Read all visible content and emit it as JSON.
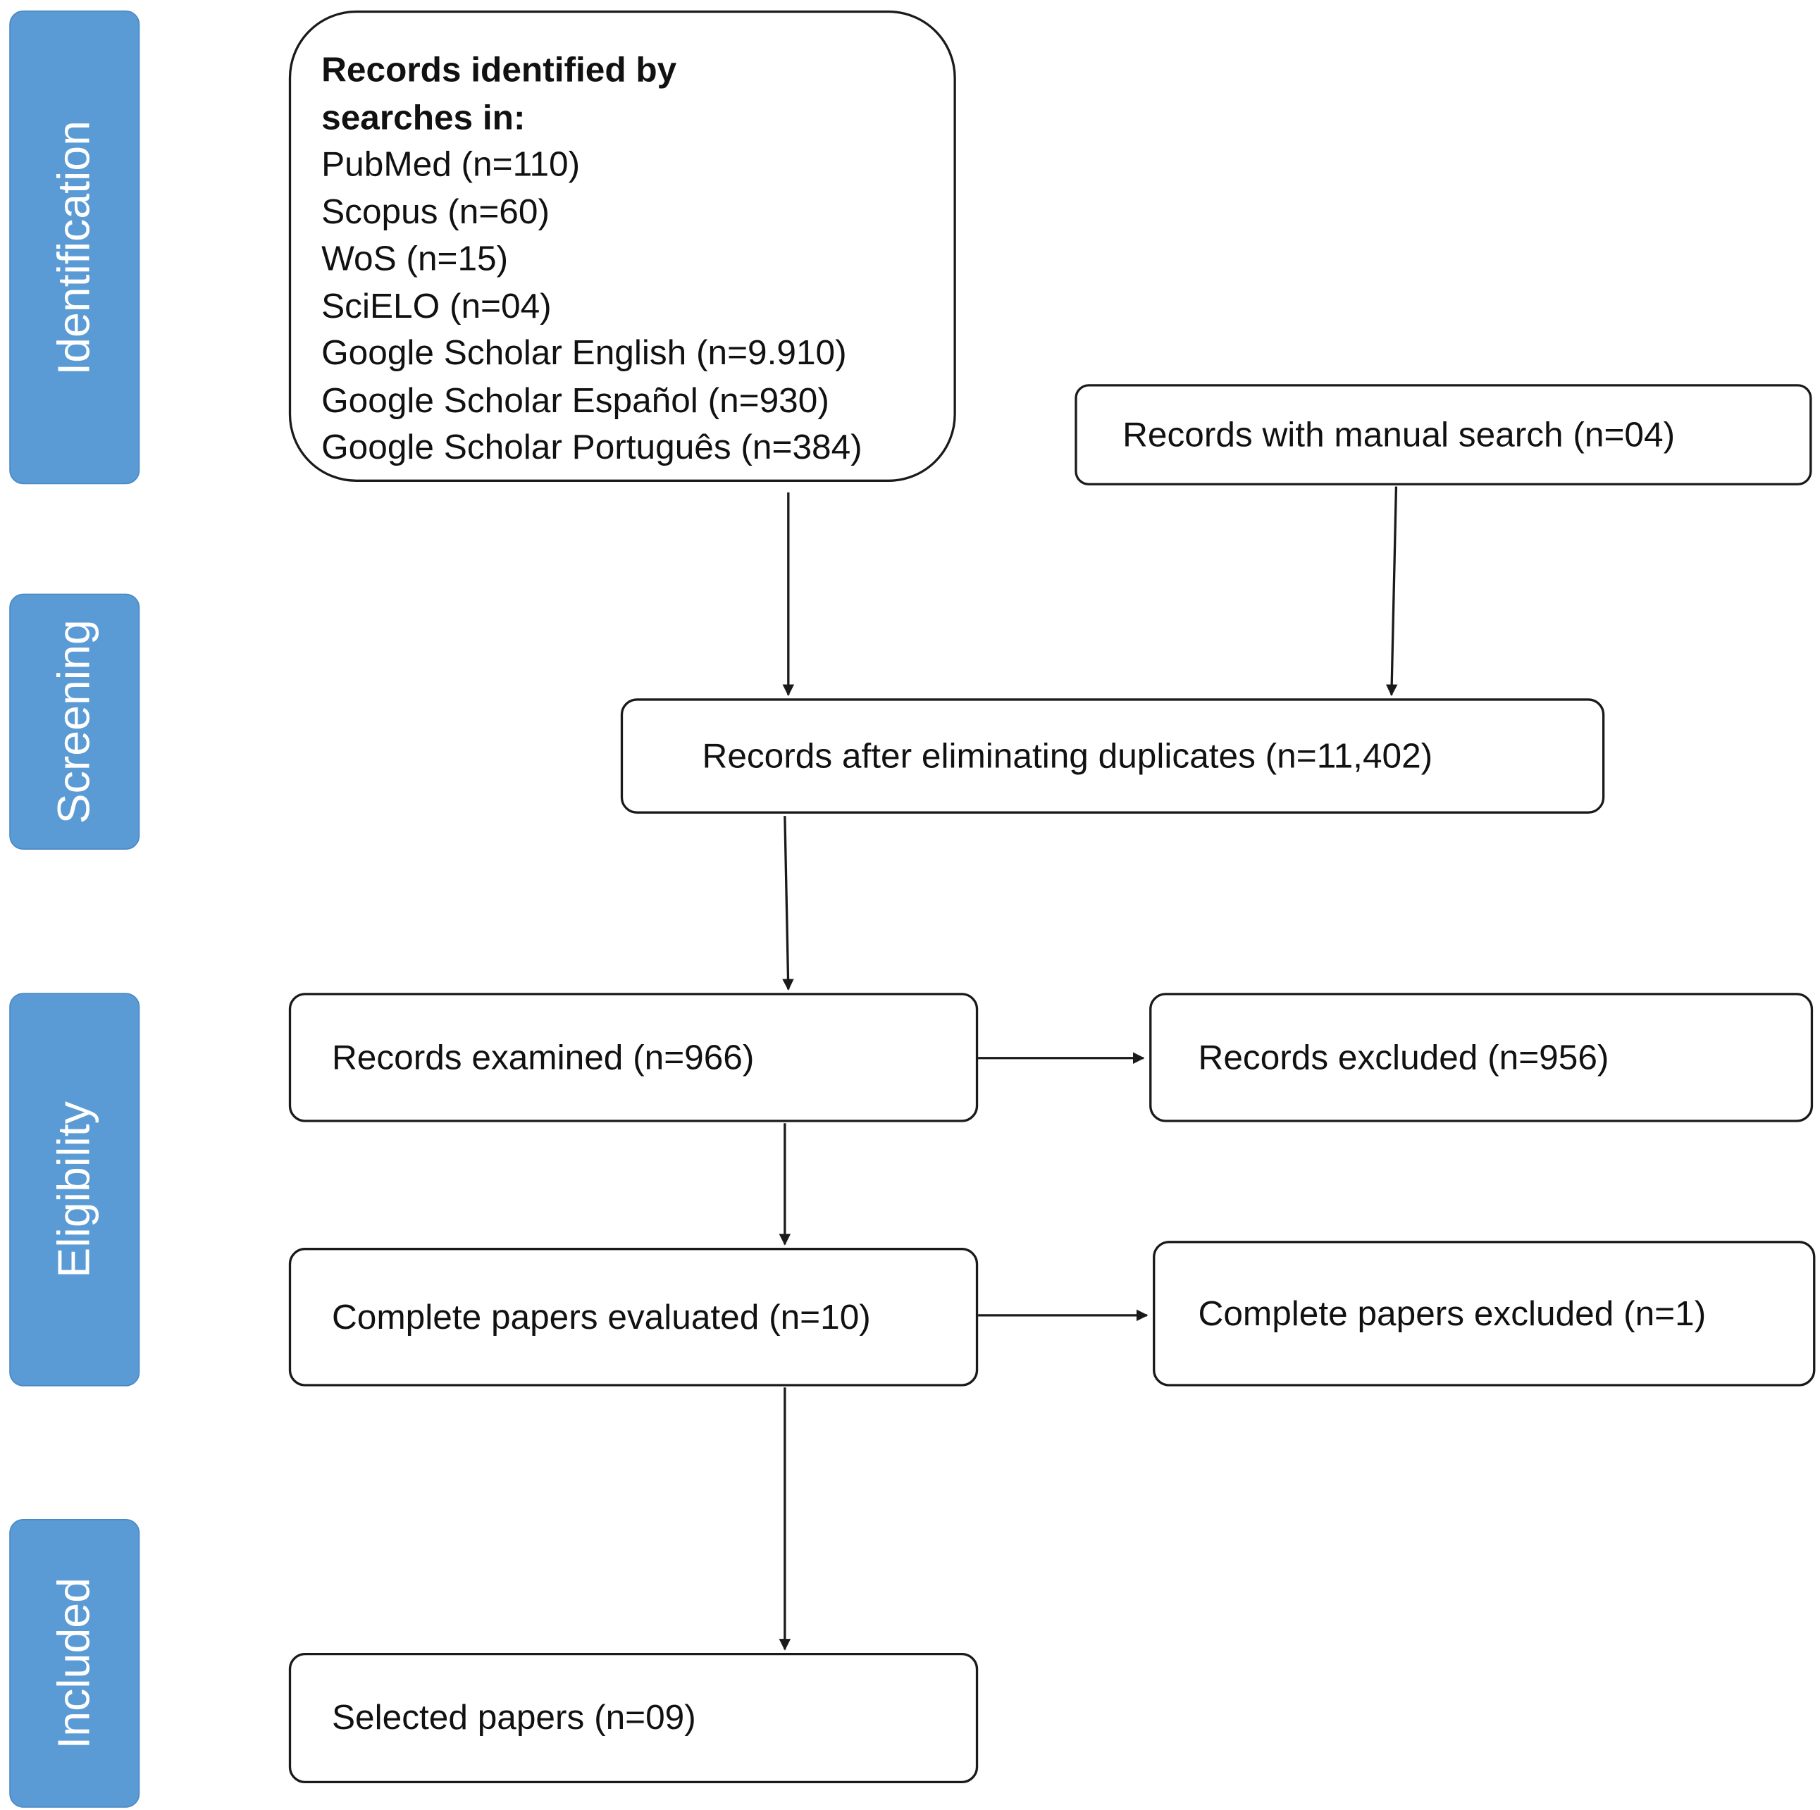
{
  "phases": {
    "identification": "Identification",
    "screening": "Screening",
    "eligibility": "Eligibility",
    "included": "Included"
  },
  "identification": {
    "heading_line1": "Records identified by",
    "heading_line2": "searches in:",
    "sources": [
      "PubMed (n=110)",
      "Scopus (n=60)",
      "WoS (n=15)",
      "SciELO (n=04)",
      "Google Scholar English (n=9.910)",
      "Google Scholar Español (n=930)",
      "Google Scholar Português (n=384)"
    ]
  },
  "manual_search": "Records with manual search (n=04)",
  "after_duplicates": "Records after eliminating duplicates (n=11,402)",
  "records_examined": "Records examined (n=966)",
  "records_excluded": "Records excluded (n=956)",
  "papers_evaluated": "Complete papers evaluated (n=10)",
  "papers_excluded": "Complete papers excluded (n=1)",
  "selected_papers": "Selected papers (n=09)",
  "colors": {
    "phase_fill": "#5b9bd5",
    "phase_text": "#ffffff",
    "box_border": "#1a1a1a",
    "arrow": "#1a1a1a"
  }
}
